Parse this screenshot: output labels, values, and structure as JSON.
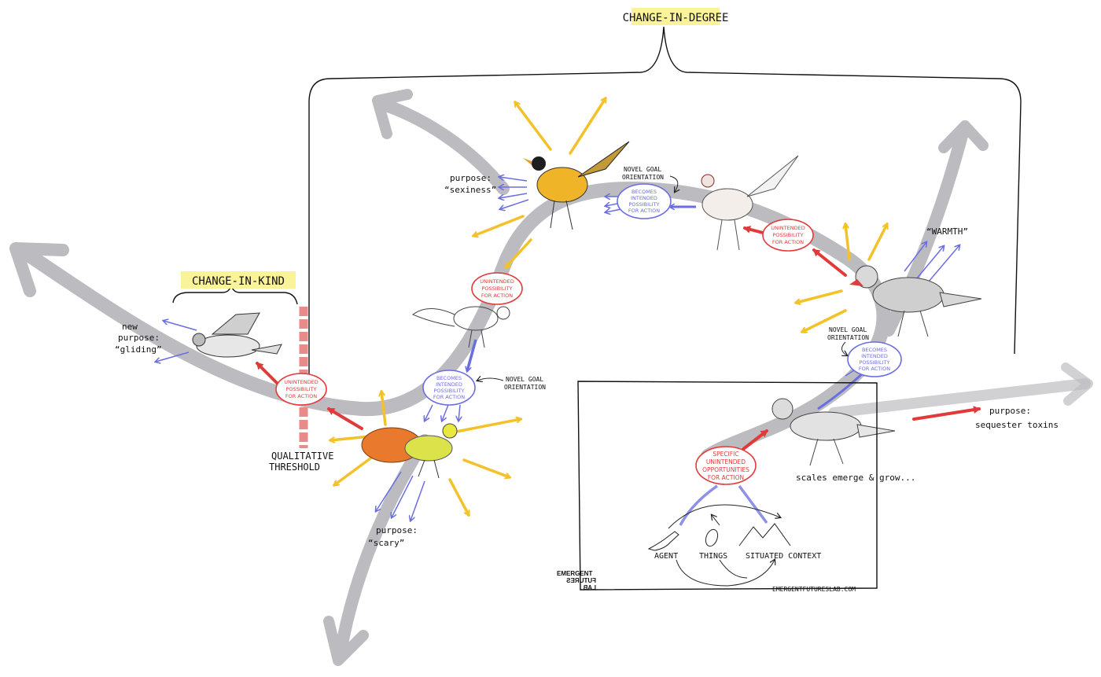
{
  "titles": {
    "change_in_degree": "CHANGE-IN-DEGREE",
    "change_in_kind": "CHANGE-IN-KIND"
  },
  "purposes": {
    "gliding": [
      "new",
      "purpose:",
      "“gliding”"
    ],
    "sexiness": [
      "purpose:",
      "“sexiness”"
    ],
    "scary": [
      "purpose:",
      "“scary”"
    ],
    "warmth": "“WARMTH”",
    "toxins": [
      "purpose:",
      "sequester toxins"
    ]
  },
  "unintended": [
    "UNINTENDED",
    "POSSIBILITY",
    "FOR ACTION"
  ],
  "becomes_intended": [
    "BECOMES",
    "INTENDED",
    "POSSIBILITY",
    "FOR ACTION"
  ],
  "novel_goal": [
    "NOVEL GOAL",
    "ORIENTATION"
  ],
  "threshold": [
    "QUALITATIVE",
    "THRESHOLD"
  ],
  "specific": [
    "SPECIFIC",
    "UNINTENDED",
    "OPPORTUNITIES",
    "FOR ACTION"
  ],
  "scales_caption": "scales emerge & grow...",
  "inset": {
    "agent": "AGENT",
    "things": "THINGS",
    "situated_context": "SITUATED CONTEXT",
    "url": "EMERGENTFUTURESLAB.COM",
    "logo": [
      "EMERGENT",
      "FUTURES",
      "LAB"
    ]
  },
  "colors": {
    "gray_arrow": "#b9b9bd",
    "red": "#e23a3a",
    "blue": "#6b6ee0",
    "yellow": "#f3c12a",
    "highlight": "#fbf39a",
    "threshold": "#e98b8b"
  }
}
